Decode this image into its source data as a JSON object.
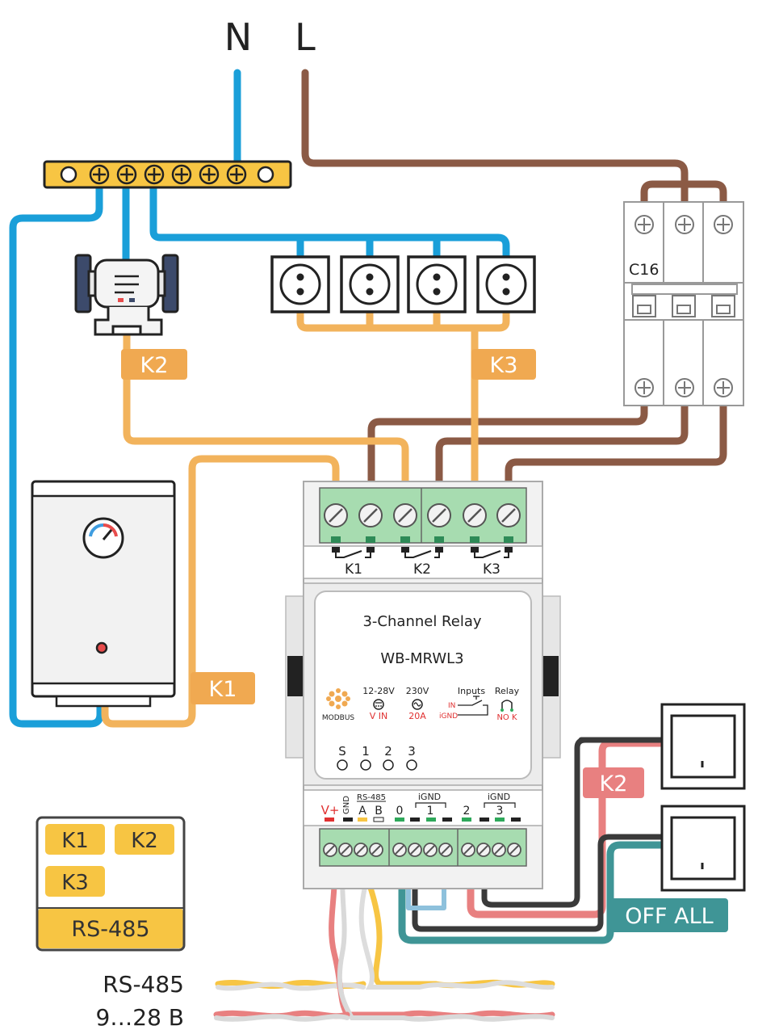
{
  "supply": {
    "neutral": "N",
    "line": "L"
  },
  "breaker": {
    "rating": "C16"
  },
  "tags": {
    "k1": "K1",
    "k2": "K2",
    "k3": "K3",
    "off_all": "OFF ALL"
  },
  "relay": {
    "title": "3-Channel Relay",
    "model": "WB-MRWL3",
    "top_labels": [
      "K1",
      "K2",
      "K3"
    ],
    "modbus": "MODBUS",
    "vin_range": "12-28V",
    "vin_label": "V IN",
    "ac_voltage": "230V",
    "current": "20A",
    "inputs_label": "Inputs",
    "in_label": "IN",
    "ignd_label": "iGND",
    "relay_label": "Relay",
    "nok_label": "NO K",
    "leds": [
      "S",
      "1",
      "2",
      "3"
    ],
    "bottom": {
      "vplus": "V+",
      "gnd": "GND",
      "rs485": "RS-485",
      "a": "A",
      "b": "B",
      "in0": "0",
      "in1": "1",
      "in2": "2",
      "in3": "3",
      "ignd1": "iGND",
      "ignd2": "iGND"
    }
  },
  "legend": {
    "items": [
      "K1",
      "K2",
      "K3"
    ],
    "footer": "RS-485"
  },
  "cables": {
    "rs485": "RS-485",
    "power": "9…28  В"
  },
  "colors": {
    "neutral": "#1a9fd9",
    "line": "#8b5a45",
    "orange": "#f2b35c",
    "tag_orange": "#f0a951",
    "yellow": "#f7c543",
    "red_wire": "#e88080",
    "dark_wire": "#3a3a3a",
    "teal": "#3f9596",
    "green_terminal": "#a7dcb0"
  }
}
